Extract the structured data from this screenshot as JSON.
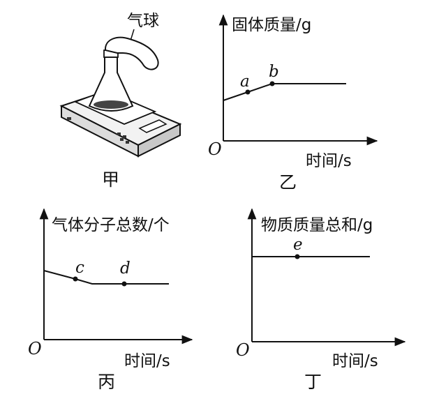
{
  "apparatus": {
    "balloon_label": "气球",
    "caption": "甲"
  },
  "graphs": [
    {
      "id": "yi",
      "caption": "乙",
      "ylabel": "固体质量/g",
      "xlabel": "时间/s",
      "origin": "O",
      "points": [
        {
          "label": "a"
        },
        {
          "label": "b"
        }
      ]
    },
    {
      "id": "bing",
      "caption": "丙",
      "ylabel": "气体分子总数/个",
      "xlabel": "时间/s",
      "origin": "O",
      "points": [
        {
          "label": "c"
        },
        {
          "label": "d"
        }
      ]
    },
    {
      "id": "ding",
      "caption": "丁",
      "ylabel": "物质质量总和/g",
      "xlabel": "时间/s",
      "origin": "O",
      "points": [
        {
          "label": "e"
        }
      ]
    }
  ]
}
